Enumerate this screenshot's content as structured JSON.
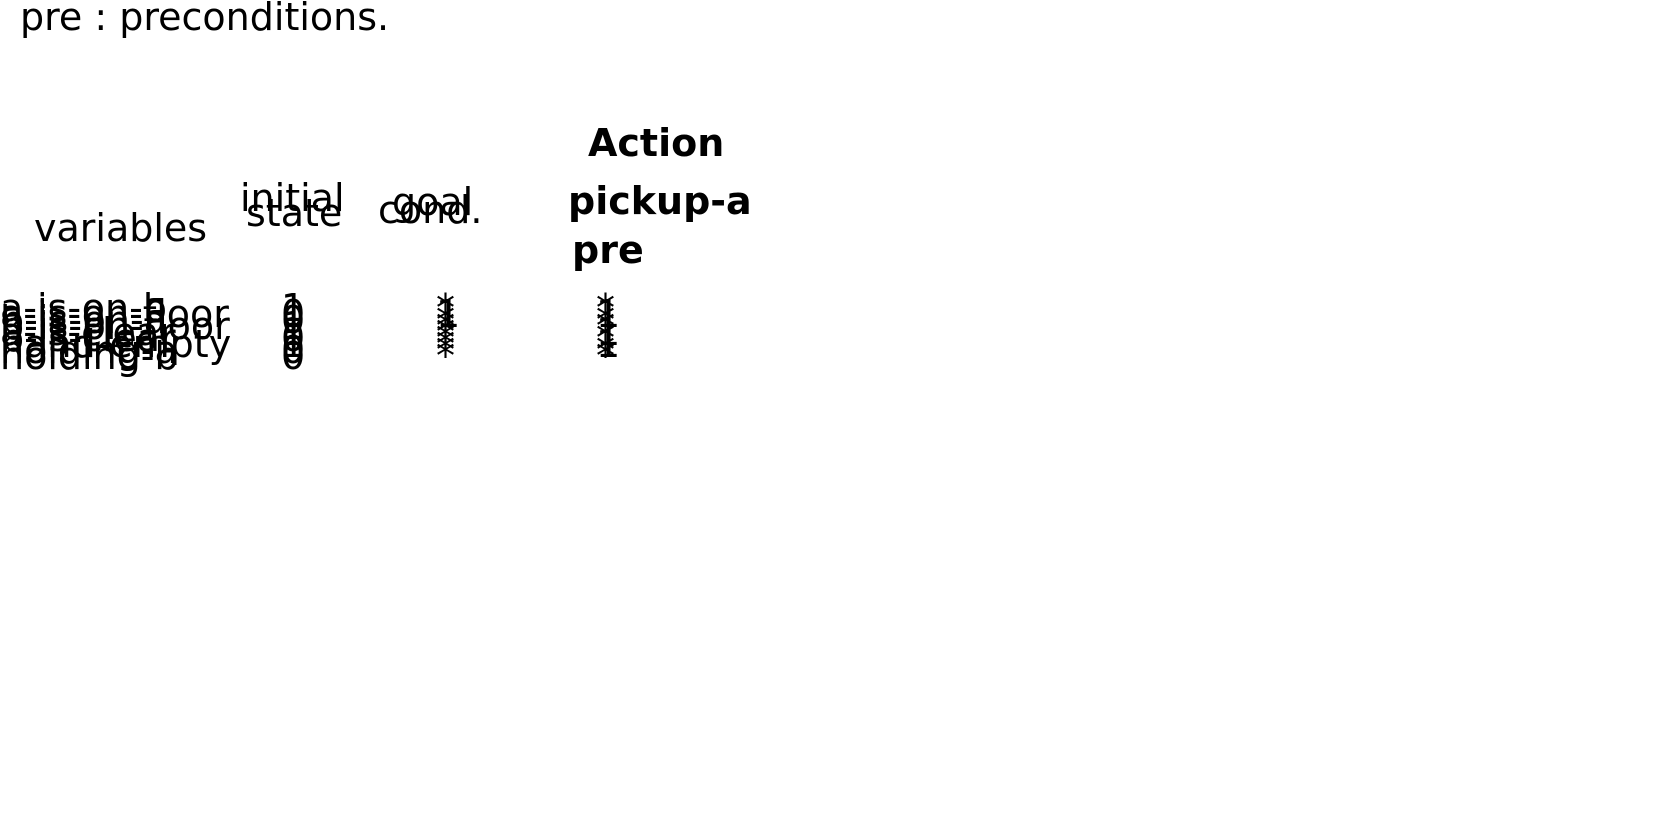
{
  "caption": "pre : preconditions.",
  "headers": {
    "variables": "variables",
    "initial_line1": "initial",
    "initial_line2": "state",
    "goal_line1": "goal",
    "goal_line2": "cond.",
    "action_title": "Action",
    "action_name": "pickup-a",
    "action_sub": "pre"
  },
  "rows": [
    {
      "variable": "a-is-on-b",
      "initial": "1",
      "goal": "*",
      "pre": "*"
    },
    {
      "variable": "a-is-on-floor",
      "initial": "0",
      "goal": "1",
      "pre": "1"
    },
    {
      "variable": "b-is-on-a",
      "initial": "0",
      "goal": "*",
      "pre": "*"
    },
    {
      "variable": "b-is-on-floor",
      "initial": "1",
      "goal": "*",
      "pre": "*"
    },
    {
      "variable": "a-is-clear",
      "initial": "1",
      "goal": "*",
      "pre": "1"
    },
    {
      "variable": "b-is-clear",
      "initial": "0",
      "goal": "*",
      "pre": "*"
    },
    {
      "variable": "hand-empty",
      "initial": "1",
      "goal": "*",
      "pre": "1"
    },
    {
      "variable": "holding-a",
      "initial": "0",
      "goal": "*",
      "pre": "*"
    },
    {
      "variable": "holding-b",
      "initial": "0",
      "goal": "*",
      "pre": "*"
    }
  ]
}
